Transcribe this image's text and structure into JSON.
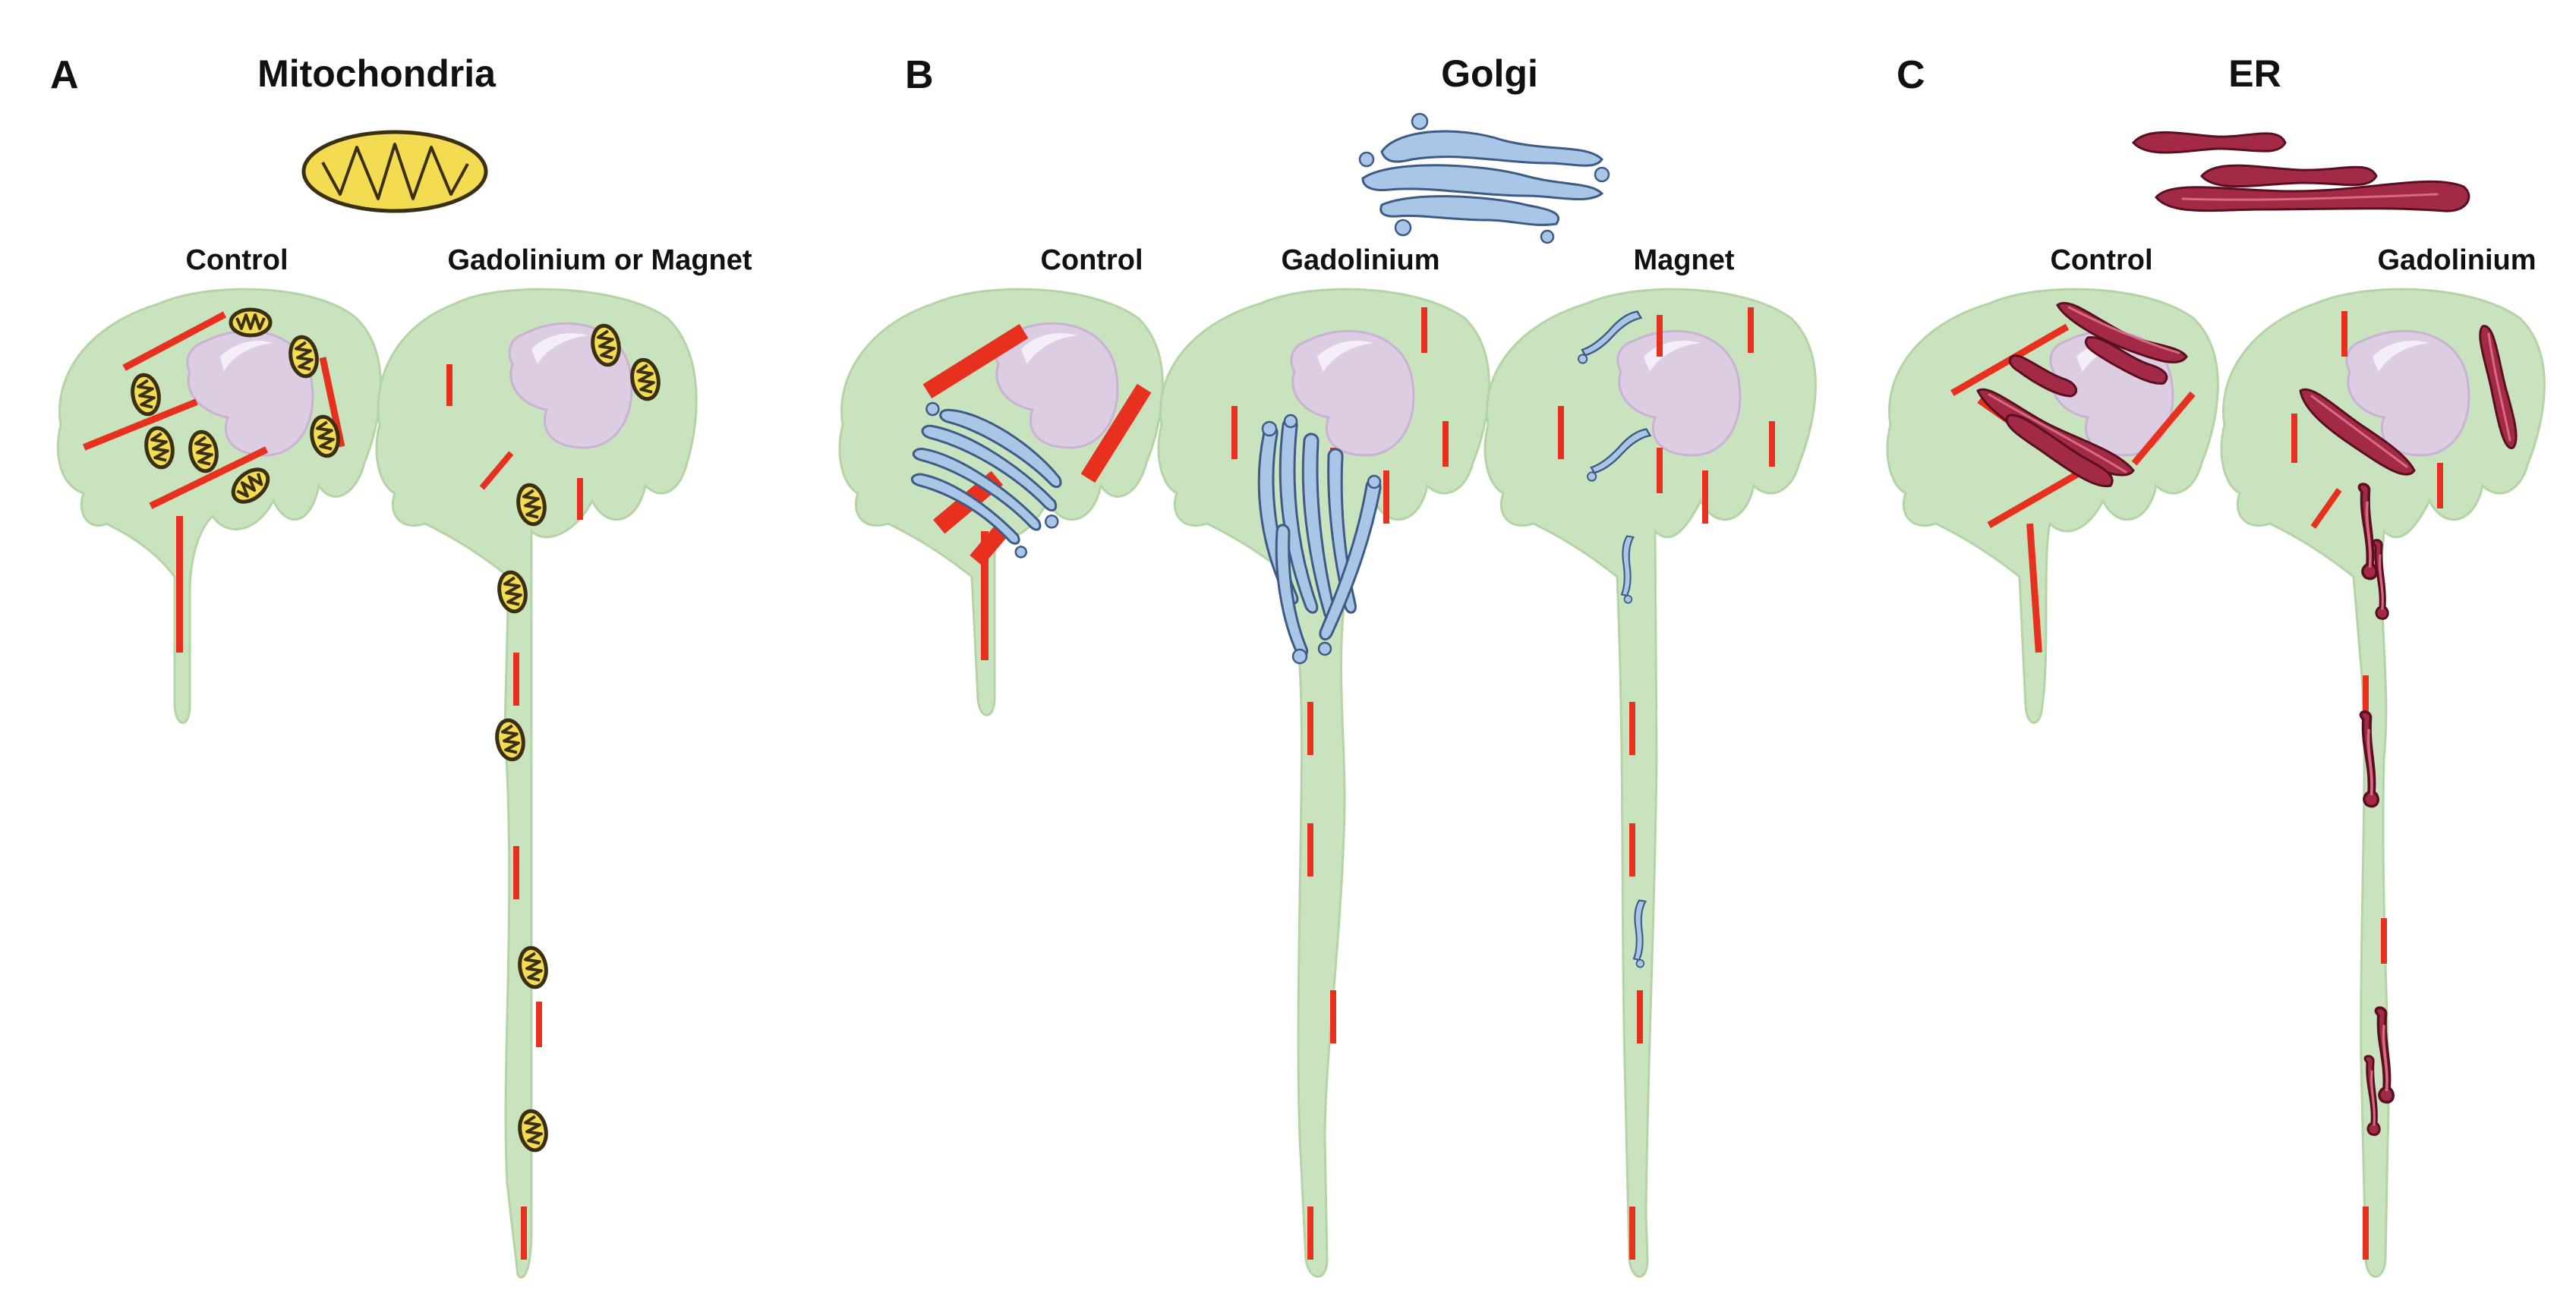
{
  "panels": [
    {
      "letter": "A",
      "title": "Mitochondria",
      "conditions": [
        "Control",
        "Gadolinium or Magnet"
      ]
    },
    {
      "letter": "B",
      "title": "Golgi",
      "conditions": [
        "Control",
        "Gadolinium",
        "Magnet"
      ]
    },
    {
      "letter": "C",
      "title": "ER",
      "conditions": [
        "Control",
        "Gadolinium"
      ]
    }
  ],
  "colors": {
    "cell_cytoplasm": "#c9e3be",
    "nucleus": "#dccde2",
    "microtubule": "#e8301f",
    "mitochondria": "#f3dc52",
    "golgi": "#a9c6e6",
    "er": "#a32a47"
  }
}
